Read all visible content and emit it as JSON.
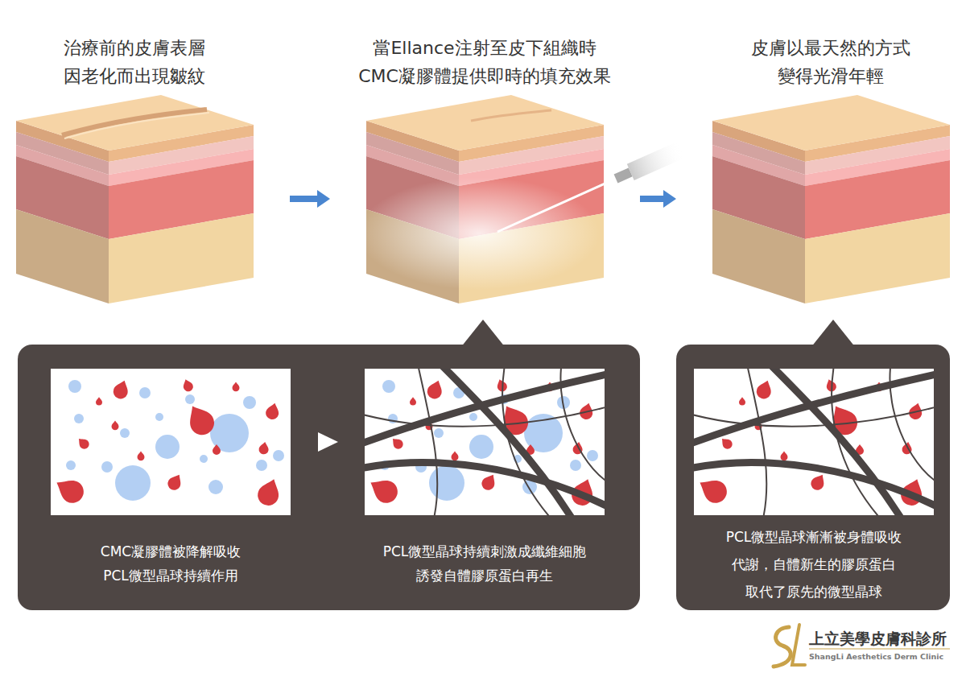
{
  "diagram": {
    "nodes": [
      {
        "text": [
          "治療前的皮膚表層 因老化而出現皺紋"
        ]
      },
      {
        "text": [
          "當Ellance注射至皮下組織時 CMC凝膠體提供即時的填充效果"
        ]
      },
      {
        "text": [
          "皮膚以最天然的方式 變得光滑年輕"
        ]
      },
      {
        "text": [
          "CMC凝膠體被降解吸收 PCL微型晶球持續作用"
        ]
      },
      {
        "text": [
          "PCL微型晶球持續刺激成纖維細胞 誘發自體膠原蛋白再生"
        ]
      },
      {
        "text": [
          "PCL微型晶球漸漸被身體吸收 代謝，自體新生的膠原蛋白 取代了原先的微型晶球"
        ]
      }
    ],
    "edges": [
      {
        "from": 0,
        "to": 1,
        "arrow": "to"
      },
      {
        "from": 1,
        "to": 2,
        "arrow": "to"
      },
      {
        "from": 3,
        "to": 4,
        "arrow": "to"
      }
    ],
    "labels": [
      "上立美學皮膚科診所",
      "ShangLi Aesthetics Derm Clinic"
    ]
  }
}
